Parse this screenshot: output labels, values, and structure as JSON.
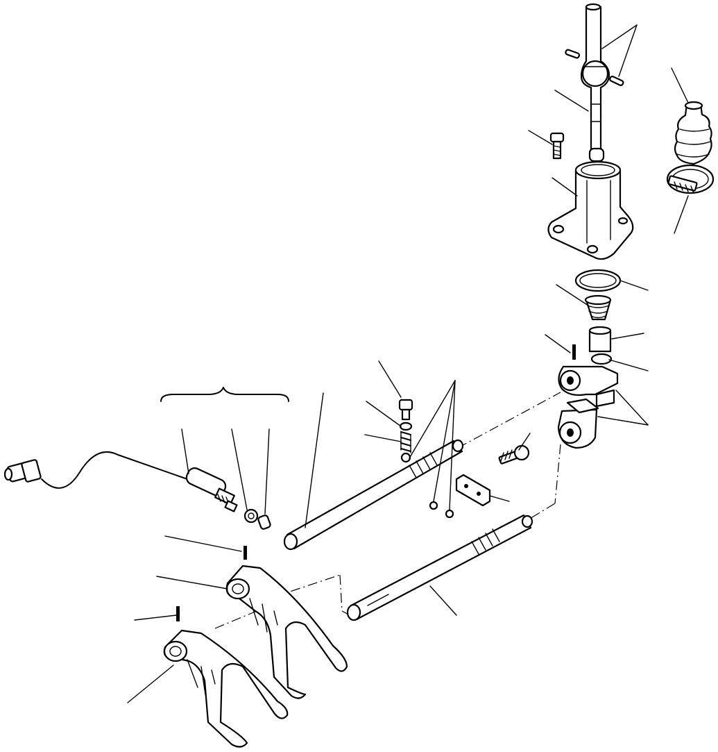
{
  "diagram": {
    "type": "exploded-parts-drawing",
    "text_labels": [],
    "parts": [
      "shift-lever-shaft",
      "lever-pins",
      "boot",
      "hose-clamp",
      "bolt",
      "lever-housing",
      "ring-seal",
      "spring-cone",
      "bushing",
      "o-ring",
      "roll-pin",
      "shift-block",
      "lower-shift-block",
      "bolt-small",
      "interlock-plate",
      "shift-rail-upper",
      "shift-rail-lower",
      "detent-bolt",
      "detent-washer",
      "detent-spring",
      "detent-ball",
      "interlock-balls",
      "switch-assembly",
      "switch-washer",
      "switch-plunger",
      "shift-fork-upper",
      "shift-fork-lower",
      "fork-pin-upper",
      "fork-pin-lower"
    ]
  }
}
